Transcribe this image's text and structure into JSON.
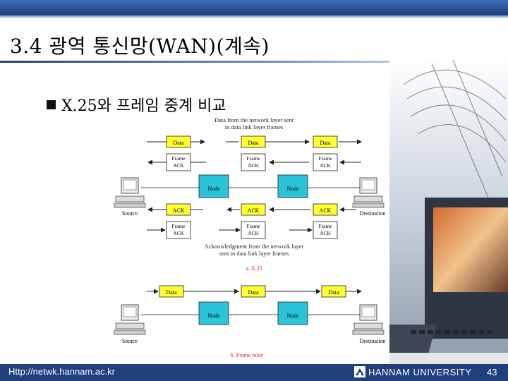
{
  "slide": {
    "title": "3.4 광역 통신망(WAN)(계속)",
    "bullet_text": "X.25와 프레임 중계 비교"
  },
  "diagram": {
    "top_caption_line1": "Data from the network layer sent",
    "top_caption_line2": "in data link layer frames",
    "data_label": "Data",
    "frame_ack_line1": "Frame",
    "frame_ack_line2": "ACK",
    "ack_label": "ACK",
    "node_label": "Node",
    "source_label": "Source",
    "destination_label": "Destination",
    "bottom_caption_line1": "Acknowledgment from the network layer",
    "bottom_caption_line2": "sent in data link layer frames",
    "caption_a": "a. X.25",
    "caption_b": "b. Frame relay"
  },
  "footer": {
    "url": "Http://netwk.hannam.ac.kr",
    "university": "HANNAM UNIVERSITY",
    "page_number": "43"
  },
  "colors": {
    "title_bar": "#2a4f94",
    "footer_bar": "#1f3f7d",
    "yellow_box": "#ffff33",
    "node_box": "#29c4d8",
    "caption_red": "#cc2222"
  }
}
